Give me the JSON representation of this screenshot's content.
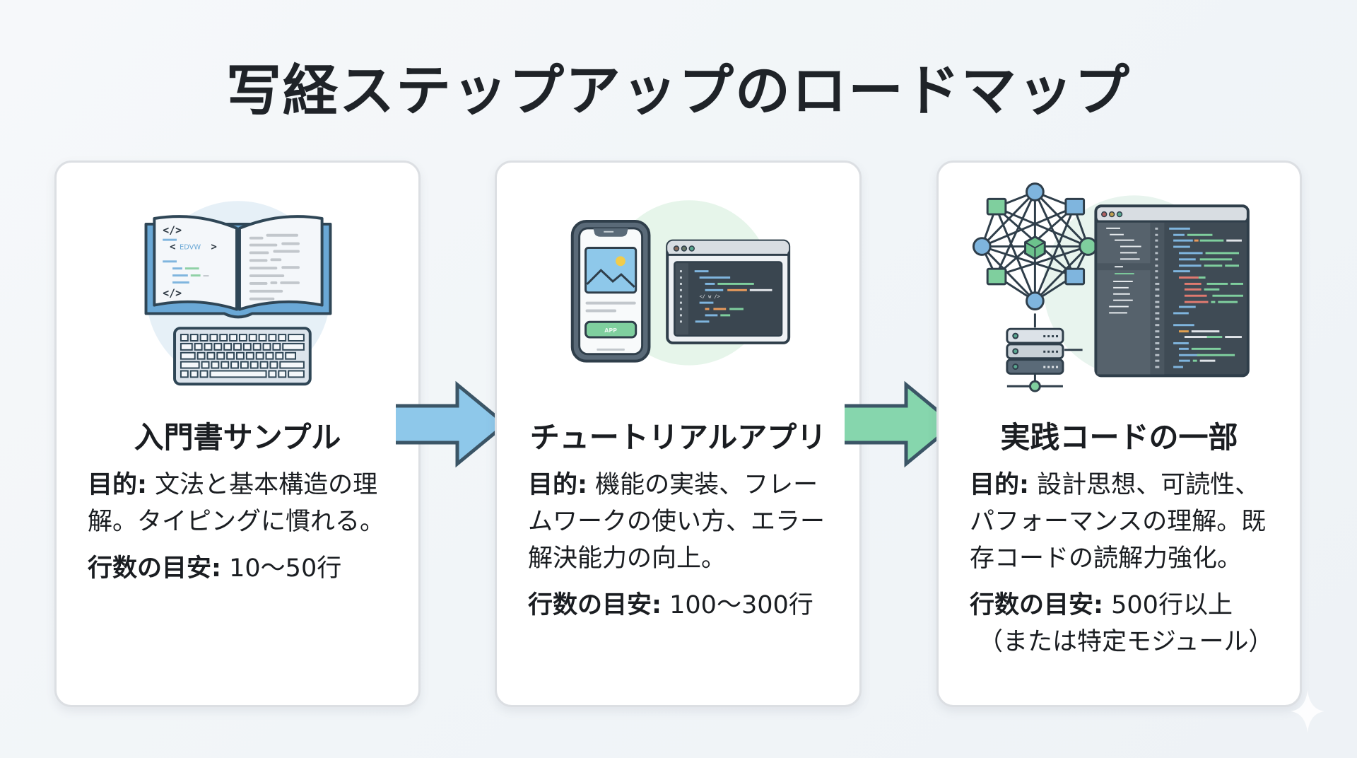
{
  "title": "写経ステップアップのロードマップ",
  "colors": {
    "title_text": "#1f2328",
    "arrow_blue": "#8ec8ea",
    "arrow_green": "#86d6ad",
    "arrow_stroke": "#3b5566",
    "card_border": "#dcdfe3"
  },
  "steps": [
    {
      "illustration": "book-and-keyboard-icon",
      "illustration_text": "EDVW",
      "title": "入門書サンプル",
      "purpose_label": "目的:",
      "purpose_text": "文法と基本構造の理解。タイピングに慣れる。",
      "count_label": "行数の目安:",
      "count_value": "10〜50行",
      "count_note": ""
    },
    {
      "illustration": "phone-and-code-window-icon",
      "illustration_text": "APP",
      "title": "チュートリアルアプリ",
      "purpose_label": "目的:",
      "purpose_text": "機能の実装、フレームワークの使い方、エラー解決能力の向上。",
      "count_label": "行数の目安:",
      "count_value": "100〜300行",
      "count_note": ""
    },
    {
      "illustration": "network-server-and-code-editor-icon",
      "illustration_text": "",
      "title": "実践コードの一部",
      "purpose_label": "目的:",
      "purpose_text": "設計思想、可読性、パフォーマンスの理解。既存コードの読解力強化。",
      "count_label": "行数の目安:",
      "count_value": "500行以上",
      "count_note": "（または特定モジュール）"
    }
  ],
  "arrows": [
    {
      "name": "arrow-right-blue",
      "color": "blue"
    },
    {
      "name": "arrow-right-green",
      "color": "green"
    }
  ]
}
